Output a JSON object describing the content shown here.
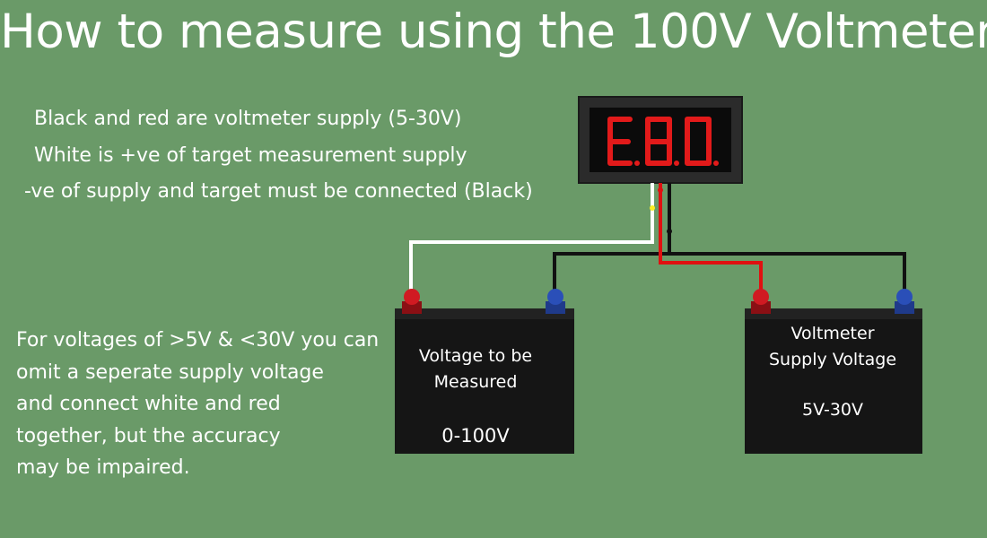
{
  "title": "How to measure using the 100V Voltmeter",
  "notes": [
    "Black and red are voltmeter supply (5-30V)",
    "White is +ve of target measurement supply",
    "-ve of supply and target must be connected (Black)"
  ],
  "paragraph": [
    "For voltages of >5V & <30V you can",
    "omit a seperate supply voltage",
    "and connect white and red",
    "together, but the accuracy",
    "may be impaired."
  ],
  "battery_target": {
    "label_lines": [
      "Voltage to be",
      "Measured"
    ],
    "range": "0-100V"
  },
  "battery_supply": {
    "label_lines": [
      "Voltmeter",
      "Supply Voltage"
    ],
    "range": "5V-30V"
  },
  "voltmeter": {
    "display_color": "#e21a1a"
  },
  "colors": {
    "background": "#6a9a68",
    "white_wire": "#ffffff",
    "red_wire": "#e01010",
    "black_wire": "#111111",
    "terminal_positive": "#d01a22",
    "terminal_negative": "#2a4fb8"
  }
}
